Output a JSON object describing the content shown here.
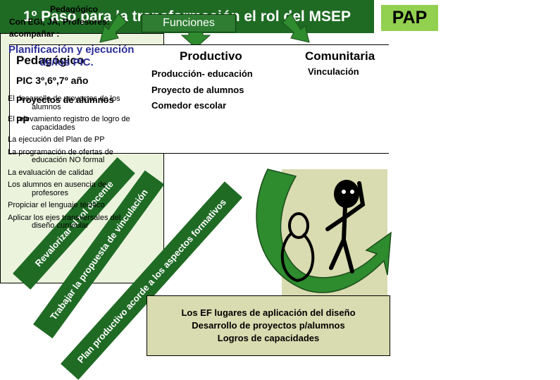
{
  "header": {
    "funciones_label": "Funciones",
    "pap_label": "PAP"
  },
  "pedagogico": {
    "title": "Pedagógico",
    "lines": [
      "PIC 3º,6º,7º año",
      "Proyectos de alumnos",
      "PP"
    ]
  },
  "productivo": {
    "title": "Productivo",
    "lines": [
      "Producción- educación",
      "Proyecto de alumnos",
      "Comedor escolar"
    ]
  },
  "comunitaria": {
    "title": "Comunitaria",
    "lines": [
      "Vinculación"
    ]
  },
  "main_bar": "1º Paso para la transformación el rol del MSEP",
  "diagonals": [
    "Revalorizar el rol docente",
    "Trabajar la propuesta de vinculación",
    "Plan productivo acorde a los aspectos formativos"
  ],
  "right_panel": {
    "title": "Pedagógico",
    "sub1": "Con EGI, JA, Profesores:",
    "sub2": "acompañar :",
    "highlight_1": "Planificación y ejecución",
    "highlight_2": "de/los PIC.",
    "items": [
      [
        "El desarrollo de proyectos de los",
        "alumnos"
      ],
      [
        "El relevamiento registro de logro de",
        "capacidades"
      ],
      [
        "La ejecución del Plan de PP"
      ],
      [
        "La programación de ofertas de",
        "educación NO formal"
      ],
      [
        "La evaluación de calidad"
      ],
      [
        "Los alumnos en ausencia de",
        "profesores"
      ],
      [
        "Propiciar el lenguaje técnico"
      ],
      [
        "Aplicar los ejes transversales del",
        "diseño curricular"
      ]
    ]
  },
  "bottom_box": {
    "lines": [
      "Los EF lugares de aplicación del diseño",
      "Desarrollo de proyectos p/alumnos",
      "Logros de capacidades"
    ]
  },
  "colors": {
    "dark_green": "#1f6b24",
    "pap_green": "#92d050",
    "panel_bg": "#ebf3dd",
    "bottom_bg": "#d9dbb0",
    "funciones_bg": "#2e7d32"
  }
}
